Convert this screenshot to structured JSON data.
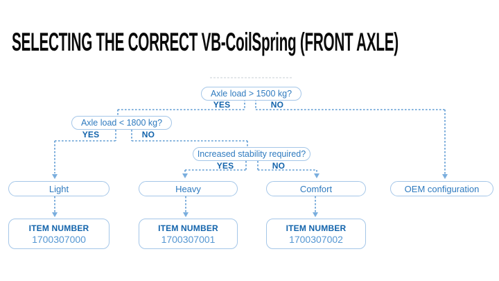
{
  "title": "SELECTING THE CORRECT VB-CoilSpring (FRONT AXLE)",
  "flowchart": {
    "questions": [
      {
        "label": "Axle load > 1500 kg?",
        "yes": "YES",
        "no": "NO"
      },
      {
        "label": "Axle load < 1800 kg?",
        "yes": "YES",
        "no": "NO"
      },
      {
        "label": "Increased stability required?",
        "yes": "YES",
        "no": "NO"
      }
    ],
    "results": [
      {
        "label": "Light"
      },
      {
        "label": "Heavy"
      },
      {
        "label": "Comfort"
      },
      {
        "label": "OEM configuration"
      }
    ],
    "items": [
      {
        "heading": "ITEM NUMBER",
        "number": "1700307000"
      },
      {
        "heading": "ITEM NUMBER",
        "number": "1700307001"
      },
      {
        "heading": "ITEM NUMBER",
        "number": "1700307002"
      }
    ],
    "colors": {
      "connector_line": "#5e9bd3",
      "box_border": "#a4c6e8",
      "question_text": "#2e7abf",
      "bold_label": "#1263ab",
      "item_number_text": "#5496d2",
      "title_text": "#0a0a0a"
    }
  }
}
